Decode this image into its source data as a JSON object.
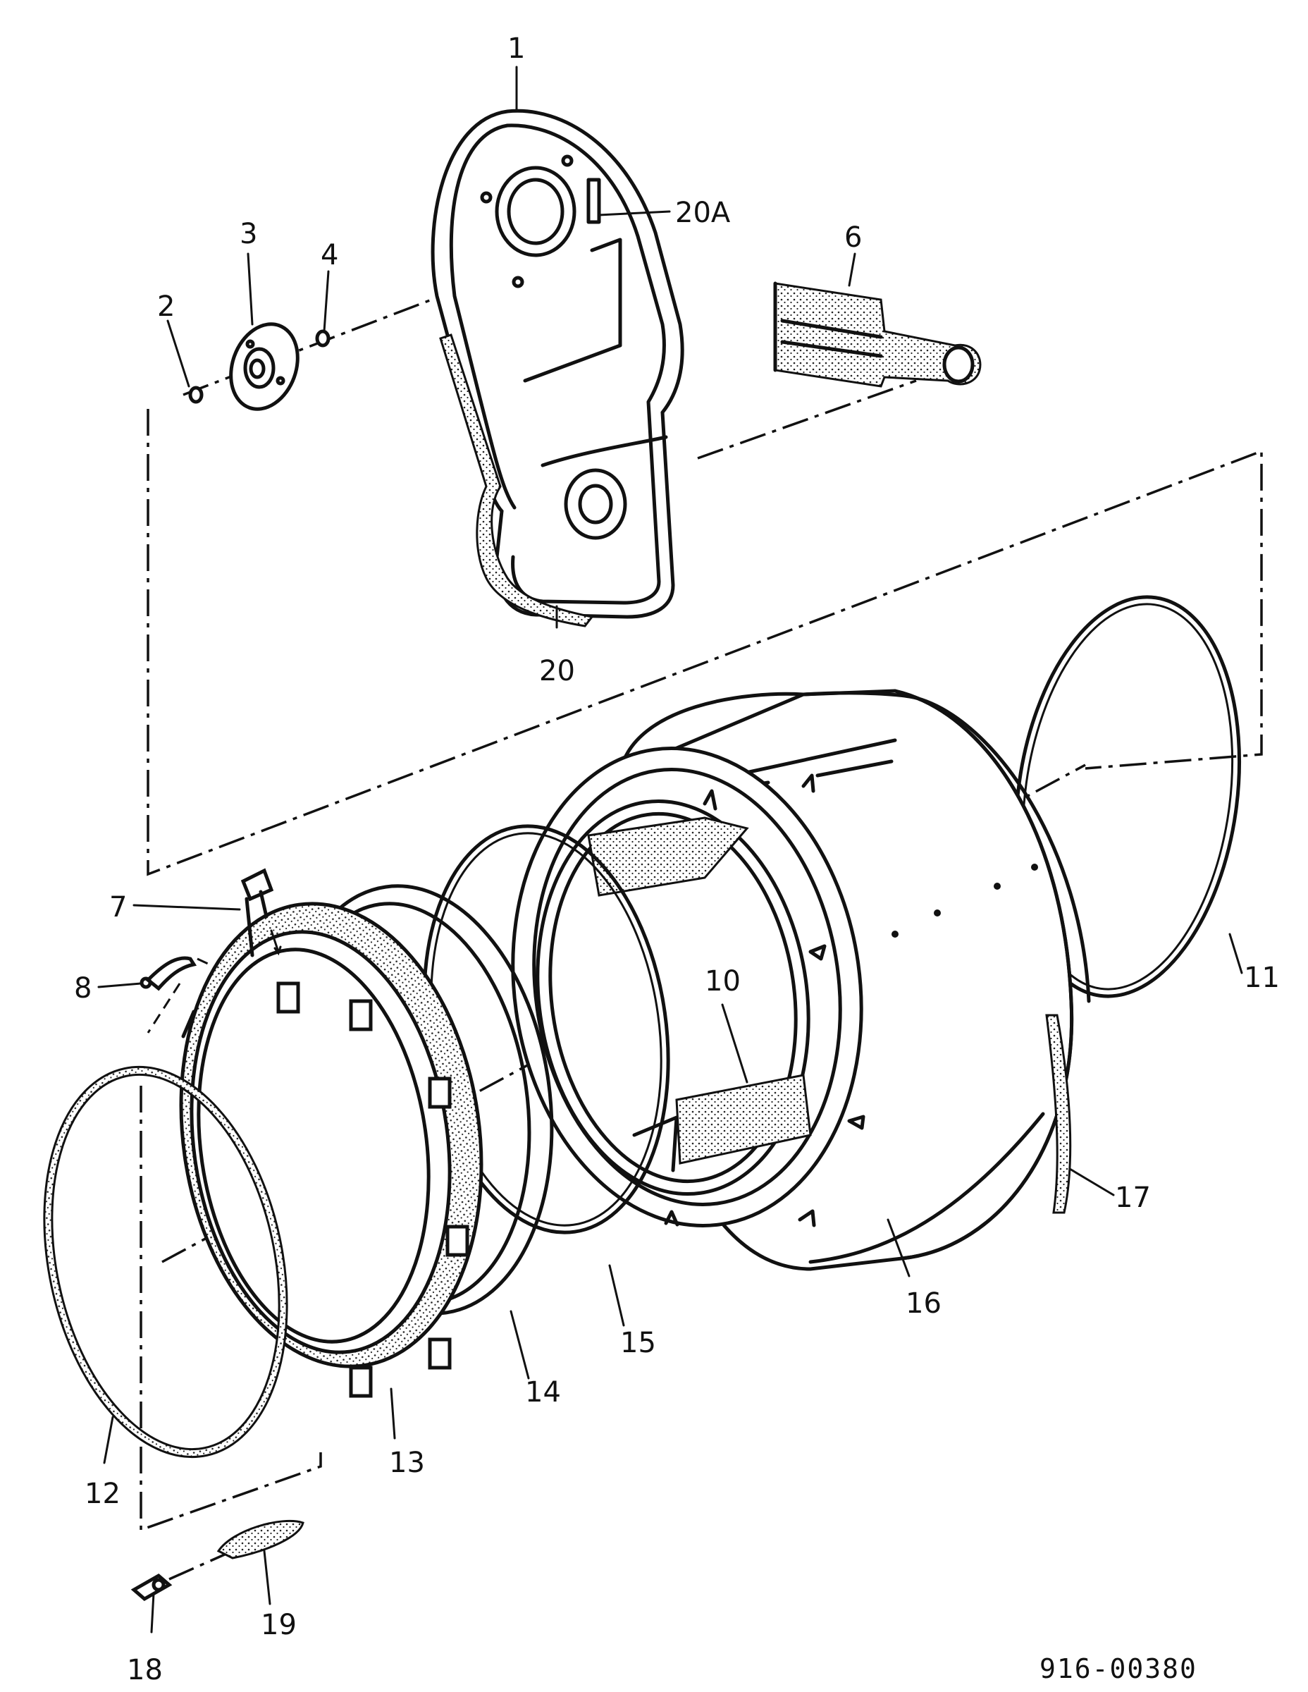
{
  "callouts": {
    "c1": "1",
    "c2": "2",
    "c3": "3",
    "c4": "4",
    "c6": "6",
    "c7": "7",
    "c8": "8",
    "c10": "10",
    "c11": "11",
    "c12": "12",
    "c13": "13",
    "c14": "14",
    "c15": "15",
    "c16": "16",
    "c17": "17",
    "c18": "18",
    "c19": "19",
    "c20": "20",
    "c20a": "20A"
  },
  "diagram_code": "916-00380"
}
